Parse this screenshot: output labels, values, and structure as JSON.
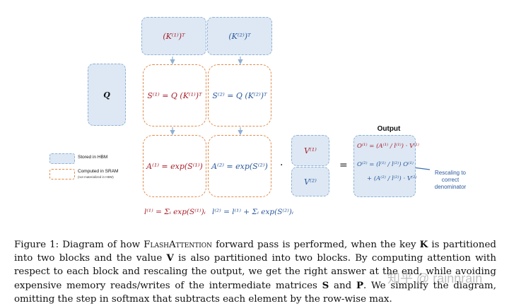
{
  "blocks": {
    "k1t": "(K⁽¹⁾)ᵀ",
    "k2t": "(K⁽²⁾)ᵀ",
    "q": "Q",
    "s1": "S⁽¹⁾ = Q (K⁽¹⁾)ᵀ",
    "s2": "S⁽²⁾ = Q (K⁽²⁾)ᵀ",
    "a1": "A⁽¹⁾ = exp(S⁽¹⁾)",
    "a2": "A⁽²⁾ = exp(S⁽²⁾)",
    "v1": "V⁽¹⁾",
    "v2": "V⁽²⁾",
    "dot": "·",
    "equals": "=",
    "l1": "l⁽¹⁾ = Σᵢ exp(S⁽¹⁾)ᵢ",
    "l2": "l⁽²⁾ = l⁽¹⁾ + Σᵢ exp(S⁽²⁾)ᵢ"
  },
  "output": {
    "title": "Output",
    "o1": "O⁽¹⁾ = (A⁽¹⁾ / l⁽¹⁾) · V⁽¹⁾",
    "o2_line1": "O⁽²⁾ = (l⁽¹⁾ / l⁽²⁾) O⁽¹⁾",
    "o2_line2": "+ (A⁽²⁾ / l⁽²⁾) · V⁽²⁾"
  },
  "annotation": {
    "text": "Rescaling to correct denominator"
  },
  "legend": {
    "hbm_label": "Stored in HBM",
    "sram_label": "Computed in SRAM",
    "sram_sub": "(not materialized in HBM)"
  },
  "watermark": "知乎 @ rainnrain",
  "caption": {
    "part1": "Figure 1: Diagram of how ",
    "brand": "FlashAttention",
    "part2": " forward pass is performed, when the key ",
    "k": "K",
    "part3": " is partitioned into two blocks and the value ",
    "v": "V",
    "part4": " is also partitioned into two blocks. By computing attention with respect to each block and rescaling the output, we get the right answer at the end, while avoiding expensive memory reads/writes of the intermediate matrices ",
    "s": "S",
    "part5": " and ",
    "p": "P",
    "part6": ". We simplify the diagram, omitting the step in softmax that subtracts each element by the row-wise max."
  },
  "colors": {
    "hbm_fill": "#dde8f4",
    "hbm_border": "#8fb0d4",
    "sram_border": "#e08a4a",
    "red_text": "#a8202a",
    "blue_text": "#2c5a9c"
  }
}
